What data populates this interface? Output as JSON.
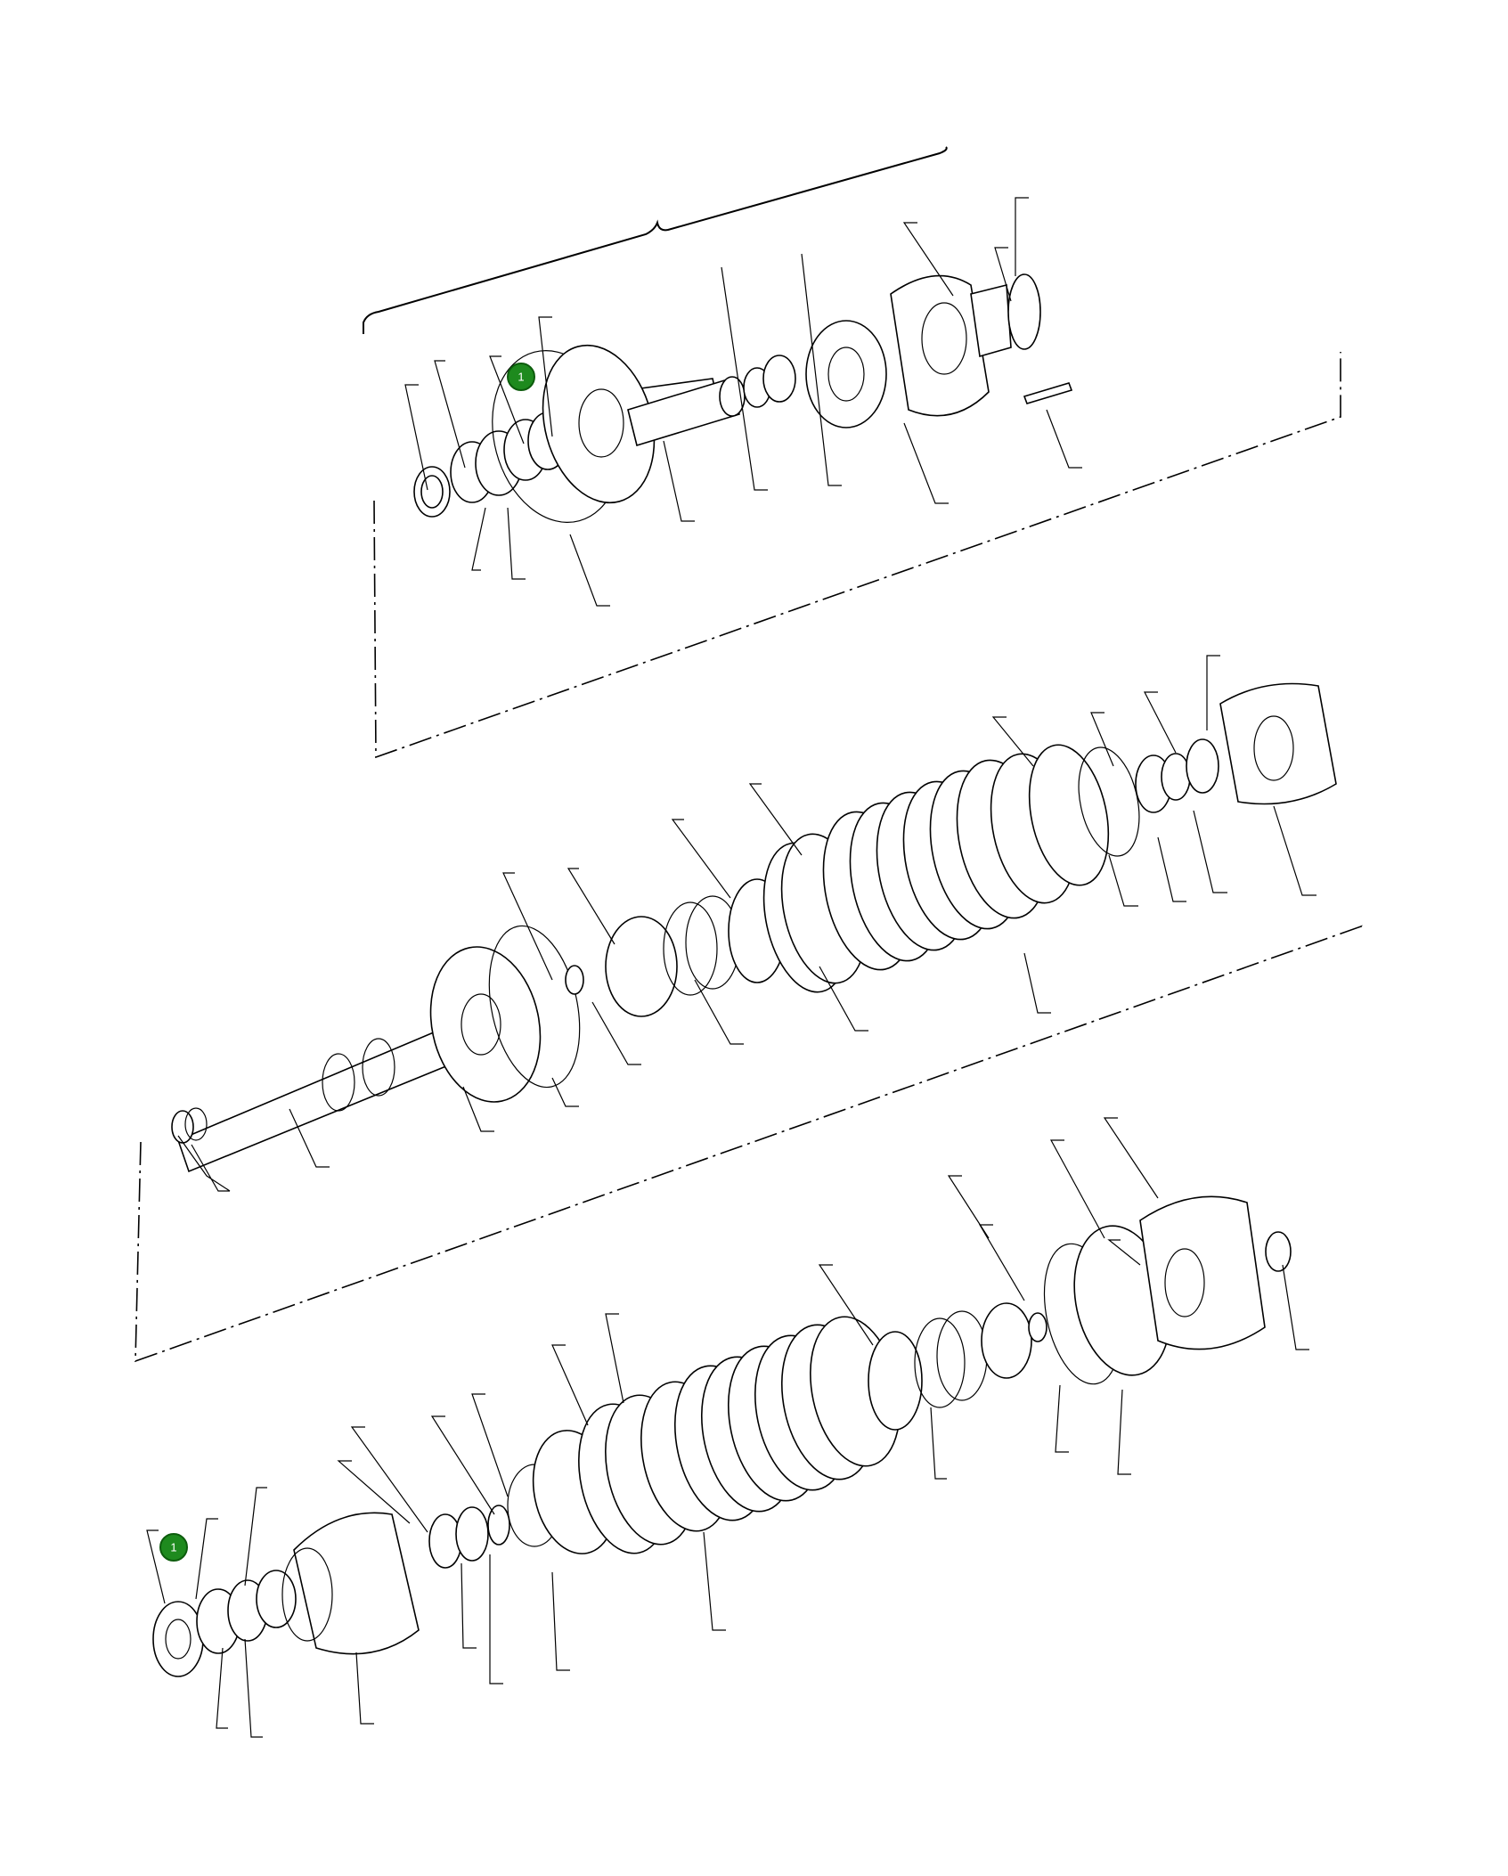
{
  "diagram": {
    "callouts": [
      {
        "id": "callout-top",
        "label": "1"
      },
      {
        "id": "callout-bottom",
        "label": "1"
      }
    ]
  }
}
